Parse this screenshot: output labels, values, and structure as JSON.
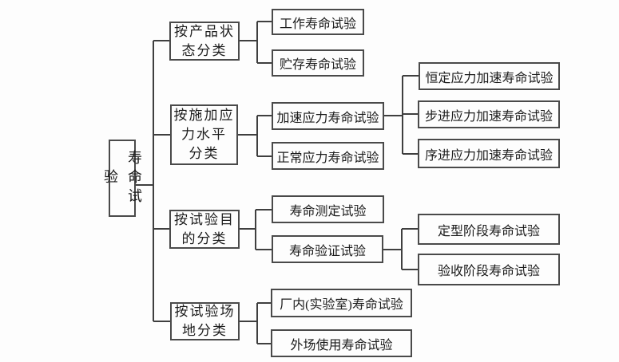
{
  "root": {
    "label": "寿命试验"
  },
  "groups": [
    {
      "category": {
        "label": "按产品状态分类",
        "lines": [
          "按产品状",
          "态分类"
        ]
      },
      "children": [
        {
          "label": "工作寿命试验"
        },
        {
          "label": "贮存寿命试验"
        }
      ]
    },
    {
      "category": {
        "label": "按施加应力水平分类",
        "lines": [
          "按施加应",
          "力水平",
          "分类"
        ]
      },
      "children": [
        {
          "label": "加速应力寿命试验",
          "children": [
            {
              "label": "恒定应力加速寿命试验"
            },
            {
              "label": "步进应力加速寿命试验"
            },
            {
              "label": "序进应力加速寿命试验"
            }
          ]
        },
        {
          "label": "正常应力寿命试验"
        }
      ]
    },
    {
      "category": {
        "label": "按试验目的分类",
        "lines": [
          "按试验目",
          "的分类"
        ]
      },
      "children": [
        {
          "label": "寿命测定试验"
        },
        {
          "label": "寿命验证试验",
          "children": [
            {
              "label": "定型阶段寿命试验"
            },
            {
              "label": "验收阶段寿命试验"
            }
          ]
        }
      ]
    },
    {
      "category": {
        "label": "按试验场地分类",
        "lines": [
          "按试验场",
          "地分类"
        ]
      },
      "children": [
        {
          "label": "厂内(实验室)寿命试验"
        },
        {
          "label": "外场使用寿命试验"
        }
      ]
    }
  ],
  "colors": {
    "background": "#fdfdfd",
    "box_border": "#4a4a4a",
    "connector_line": "#3f3f3f",
    "text": "#1c1c1c"
  }
}
